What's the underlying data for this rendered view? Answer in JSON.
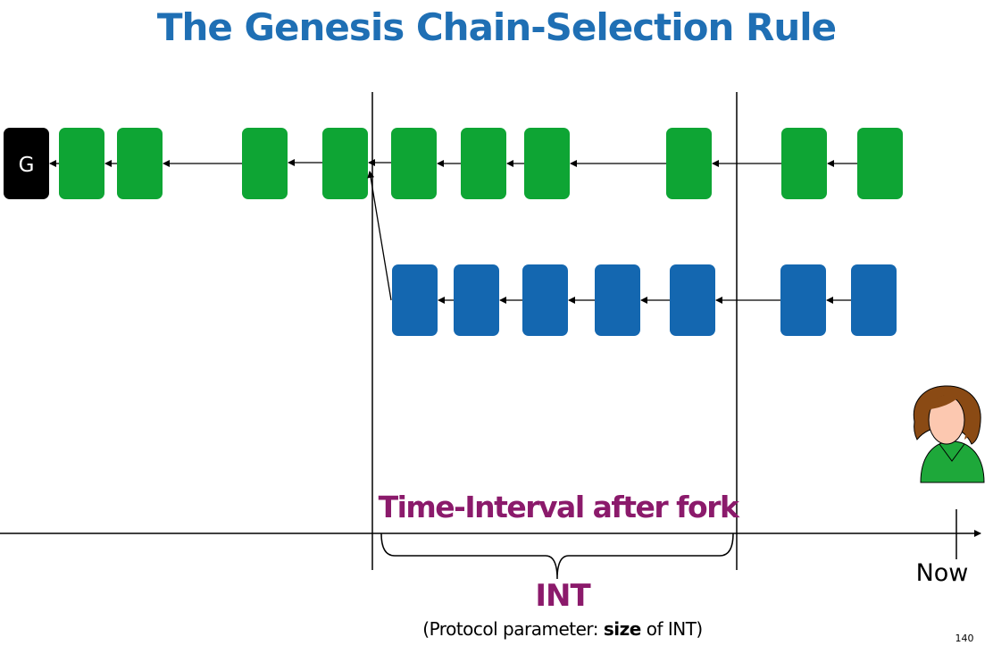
{
  "title": "The Genesis Chain-Selection Rule",
  "genesis_label": "G",
  "interval_label": "Time-Interval after fork",
  "int_label": "INT",
  "caption": {
    "prefix": "(Protocol parameter: ",
    "bold": "size",
    "suffix": " of INT)"
  },
  "now_label": "Now",
  "page_number": "140",
  "colors": {
    "title": "#1f6fb4",
    "green_block": "#0ea534",
    "blue_block": "#1467b0",
    "genesis_block": "#000000",
    "accent_text": "#8b1a6b",
    "person_shirt": "#1ea83a",
    "person_hair": "#8a4a14",
    "person_skin": "#fcc8b0"
  },
  "chains": {
    "main_chain": {
      "color": "green",
      "block_count": 11
    },
    "fork_chain": {
      "color": "blue",
      "block_count": 7,
      "forks_from_block": 5
    }
  },
  "icons": {
    "person": "user-icon"
  }
}
